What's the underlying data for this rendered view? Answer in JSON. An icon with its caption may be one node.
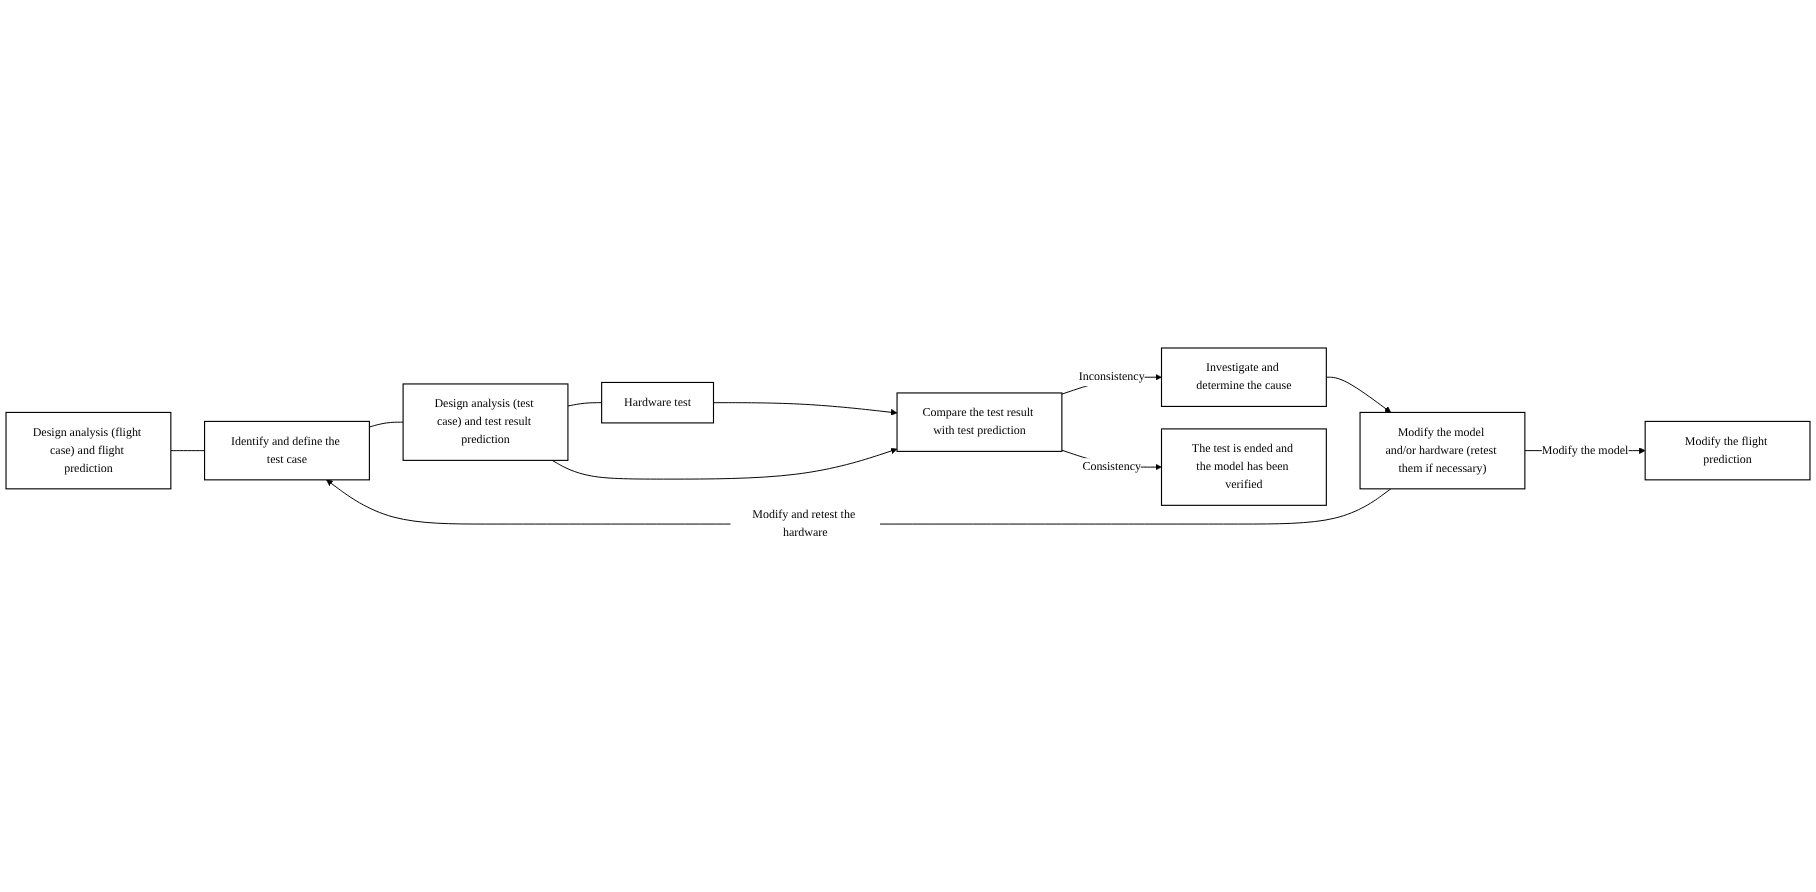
{
  "diagram": {
    "nodes": [
      {
        "text": [
          "Design analysis (flight case) and flight prediction"
        ]
      },
      {
        "text": [
          "Identify and define the test case"
        ]
      },
      {
        "text": [
          "Design analysis (test case) and test result prediction"
        ]
      },
      {
        "text": [
          "Hardware test"
        ]
      },
      {
        "text": [
          "Modify the flight prediction"
        ]
      },
      {
        "text": [
          "Compare the test result with test prediction"
        ]
      },
      {
        "text": [
          "Modify the model and/or hardware (retest them if necessary)"
        ]
      },
      {
        "text": [
          "Investigate and determine the cause"
        ]
      },
      {
        "text": [
          "The test is ended and the model has been verified"
        ]
      }
    ],
    "edges": [
      {
        "from": 0,
        "to": 1,
        "arrow": "none"
      },
      {
        "from": 1,
        "to": 2,
        "arrow": "none"
      },
      {
        "from": 2,
        "to": 3,
        "arrow": "none"
      },
      {
        "from": 3,
        "to": 5,
        "arrow": "to"
      },
      {
        "from": 2,
        "to": 5,
        "arrow": "to"
      },
      {
        "from": 5,
        "to": 7,
        "arrow": "to",
        "label": "Inconsistency"
      },
      {
        "from": 5,
        "to": 8,
        "arrow": "to",
        "label": "Consistency"
      },
      {
        "from": 7,
        "to": 6,
        "arrow": "to"
      },
      {
        "from": 6,
        "to": 4,
        "arrow": "to",
        "label": "Modify the model"
      },
      {
        "from": 6,
        "to": 1,
        "arrow": "to",
        "label": "Modify and retest the hardware"
      }
    ]
  }
}
